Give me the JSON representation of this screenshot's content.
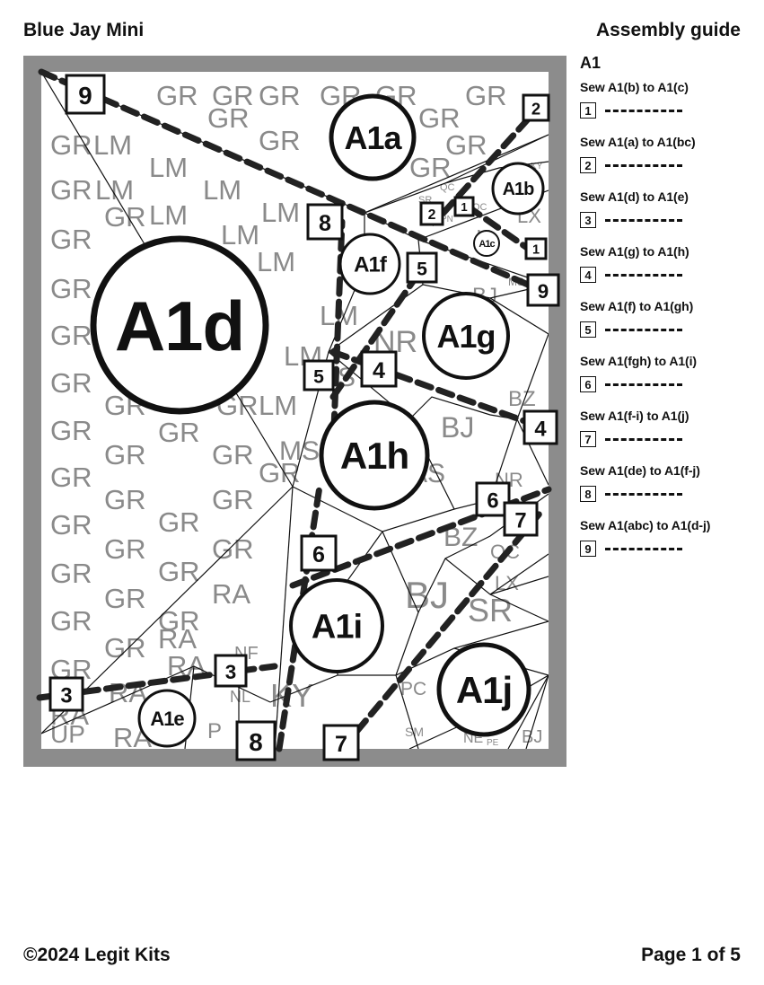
{
  "header": {
    "title": "Blue Jay Mini",
    "guide_title": "Assembly guide"
  },
  "footer": {
    "copyright": "©2024 Legit Kits",
    "page": "Page 1 of 5"
  },
  "guide": {
    "section": "A1",
    "steps": [
      {
        "num": "1",
        "text": "Sew A1(b) to A1(c)"
      },
      {
        "num": "2",
        "text": "Sew A1(a) to A1(bc)"
      },
      {
        "num": "3",
        "text": "Sew A1(d) to A1(e)"
      },
      {
        "num": "4",
        "text": "Sew A1(g) to A1(h)"
      },
      {
        "num": "5",
        "text": "Sew A1(f) to A1(gh)"
      },
      {
        "num": "6",
        "text": "Sew A1(fgh) to A1(i)"
      },
      {
        "num": "7",
        "text": "Sew A1(f-i) to A1(j)"
      },
      {
        "num": "8",
        "text": "Sew A1(de) to A1(f-j)"
      },
      {
        "num": "9",
        "text": "Sew A1(abc) to A1(d-j)"
      }
    ]
  },
  "diagram": {
    "pieces": [
      "A1a",
      "A1b",
      "A1c",
      "A1d",
      "A1e",
      "A1f",
      "A1g",
      "A1h",
      "A1i",
      "A1j"
    ],
    "seam_markers": [
      "9",
      "2",
      "8",
      "2",
      "1",
      "1",
      "5",
      "9",
      "4",
      "5",
      "4",
      "6",
      "7",
      "6",
      "3",
      "3",
      "8",
      "7"
    ],
    "color_codes": [
      "GR",
      "LM",
      "RA",
      "UP",
      "P",
      "NF",
      "NL",
      "KY",
      "PC",
      "SM",
      "NE",
      "PE",
      "BJ",
      "BZ",
      "NR",
      "AS",
      "MS",
      "QC",
      "LX",
      "SR",
      "PN",
      "NI"
    ]
  }
}
